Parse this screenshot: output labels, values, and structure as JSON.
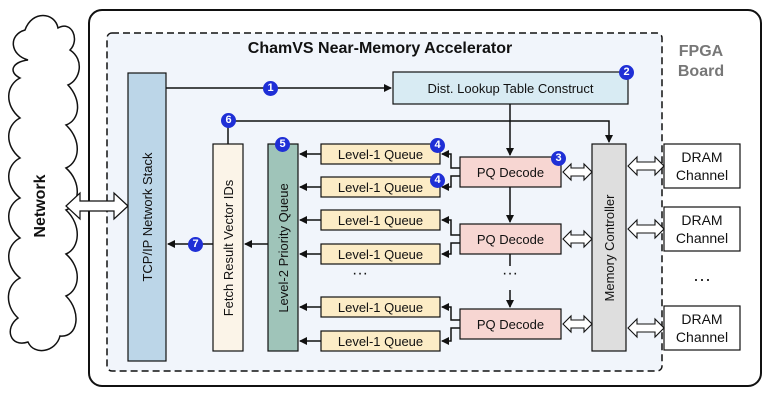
{
  "title": "ChamVS Near-Memory Accelerator",
  "board_label": "FPGA Board",
  "network": "Network",
  "tcp_stack": "TCP/IP Network Stack",
  "fetch_ids": "Fetch Result Vector IDs",
  "l2_queue": "Level-2 Priority Queue",
  "l1_queue": "Level-1 Queue",
  "pq_decode": "PQ Decode",
  "dist_lut": "Dist. Lookup Table Construct",
  "mem_ctrl": "Memory Controller",
  "dram": "DRAM Channel",
  "ellipsis": "···",
  "badges": {
    "b1": "1",
    "b2": "2",
    "b3": "3",
    "b4": "4",
    "b5": "5",
    "b6": "6",
    "b7": "7"
  },
  "colors": {
    "tcp": "#bcd6e8",
    "fetch": "#fbf4e8",
    "l2": "#9fc4b9",
    "l1": "#fcecc6",
    "pq": "#f7d6d2",
    "lut": "#d8ebf3",
    "mem": "#dedede",
    "badge": "#1f2fd6"
  }
}
